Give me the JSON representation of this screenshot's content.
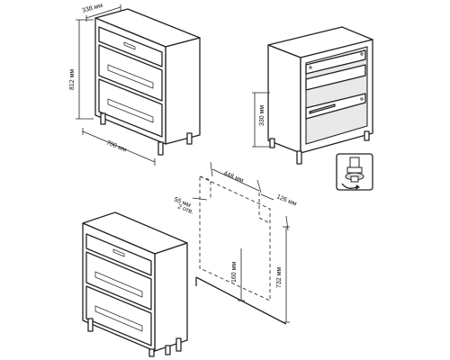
{
  "dimensions": {
    "depth": "338 мм",
    "height": "812 мм",
    "width": "700 мм",
    "shelf_height": "330 мм",
    "mount_spacing": "448 мм",
    "side_offset_top": "55 мм",
    "side_offset_note": "2 отв.",
    "edge_offset": "126 мм",
    "mount_height": "160 мм",
    "total_height": "732 мм"
  },
  "icons": {
    "adjustable_foot": "adjustable-foot-icon",
    "rotate_arrow": "rotate-arrow-icon"
  }
}
